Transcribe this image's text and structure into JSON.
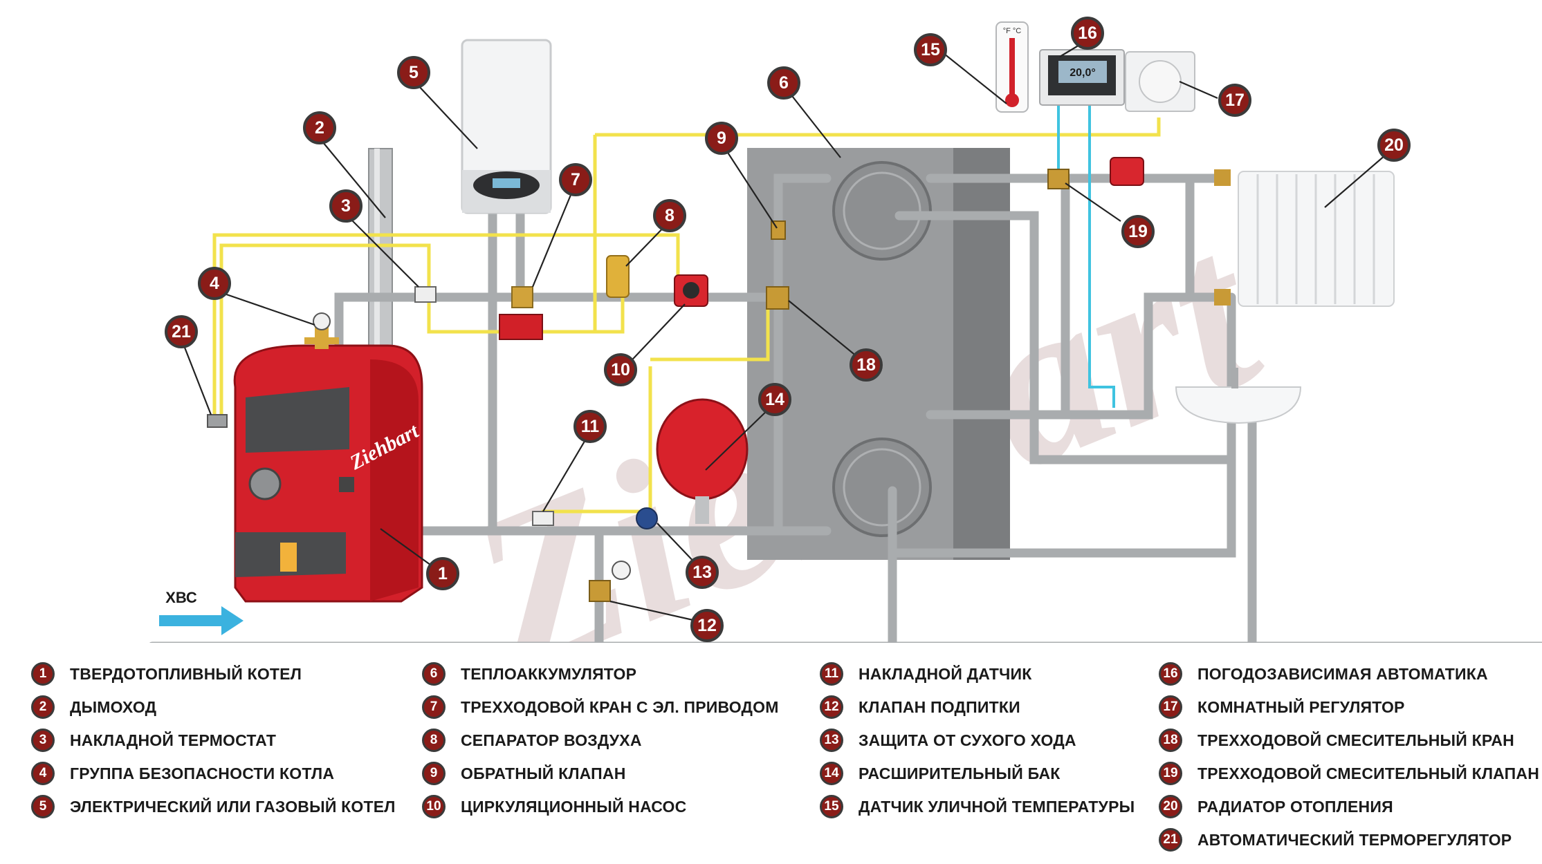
{
  "watermark": "Ziehbart",
  "boiler_brand": "Ziehbart",
  "cold_water_label": "ХВС",
  "thermostat_display": "20,0°",
  "thermometer_scale": "°F °C",
  "callouts": [
    "1",
    "2",
    "3",
    "4",
    "5",
    "6",
    "7",
    "8",
    "9",
    "10",
    "11",
    "12",
    "13",
    "14",
    "15",
    "16",
    "17",
    "18",
    "19",
    "20",
    "21"
  ],
  "legend": [
    {
      "num": "1",
      "text": "ТВЕРДОТОПЛИВНЫЙ КОТЕЛ"
    },
    {
      "num": "2",
      "text": "ДЫМОХОД"
    },
    {
      "num": "3",
      "text": "НАКЛАДНОЙ ТЕРМОСТАТ"
    },
    {
      "num": "4",
      "text": "ГРУППА БЕЗОПАСНОСТИ КОТЛА"
    },
    {
      "num": "5",
      "text": "ЭЛЕКТРИЧЕСКИЙ ИЛИ ГАЗОВЫЙ КОТЕЛ"
    },
    {
      "num": "6",
      "text": "ТЕПЛОАККУМУЛЯТОР"
    },
    {
      "num": "7",
      "text": "ТРЕХХОДОВОЙ КРАН С ЭЛ. ПРИВОДОМ"
    },
    {
      "num": "8",
      "text": "СЕПАРАТОР ВОЗДУХА"
    },
    {
      "num": "9",
      "text": "ОБРАТНЫЙ КЛАПАН"
    },
    {
      "num": "10",
      "text": "ЦИРКУЛЯЦИОННЫЙ НАСОС"
    },
    {
      "num": "11",
      "text": "НАКЛАДНОЙ ДАТЧИК"
    },
    {
      "num": "12",
      "text": "КЛАПАН ПОДПИТКИ"
    },
    {
      "num": "13",
      "text": "ЗАЩИТА ОТ СУХОГО ХОДА"
    },
    {
      "num": "14",
      "text": "РАСШИРИТЕЛЬНЫЙ БАК"
    },
    {
      "num": "15",
      "text": "ДАТЧИК УЛИЧНОЙ ТЕМПЕРАТУРЫ"
    },
    {
      "num": "16",
      "text": "ПОГОДОЗАВИСИМАЯ АВТОМАТИКА"
    },
    {
      "num": "17",
      "text": "КОМНАТНЫЙ РЕГУЛЯТОР"
    },
    {
      "num": "18",
      "text": "ТРЕХХОДОВОЙ СМЕСИТЕЛЬНЫЙ КРАН"
    },
    {
      "num": "19",
      "text": "ТРЕХХОДОВОЙ СМЕСИТЕЛЬНЫЙ КЛАПАН"
    },
    {
      "num": "20",
      "text": "РАДИАТОР ОТОПЛЕНИЯ"
    },
    {
      "num": "21",
      "text": "АВТОМАТИЧЕСКИЙ ТЕРМОРЕГУЛЯТОР"
    }
  ]
}
